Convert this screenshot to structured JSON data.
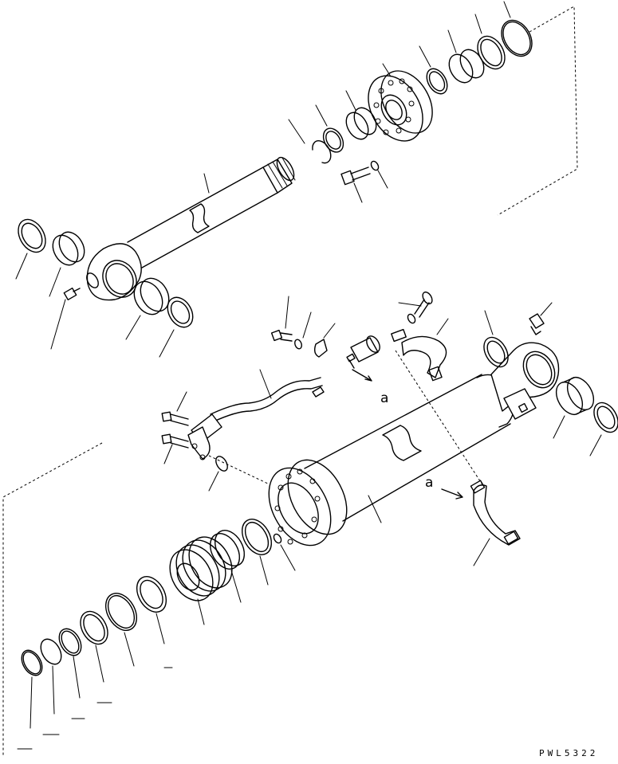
{
  "diagram": {
    "ref_label_a1": "a",
    "ref_label_a2": "a",
    "drawing_code": "PWL5322"
  }
}
